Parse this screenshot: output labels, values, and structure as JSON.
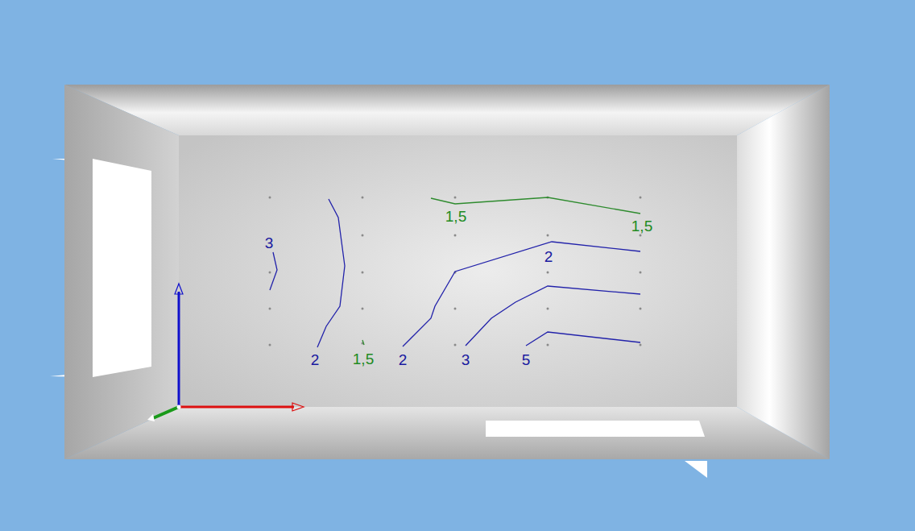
{
  "diagram": {
    "labels": [
      "1,5",
      "1,5",
      "3",
      "2",
      "2",
      "1,5",
      "2",
      "3",
      "5"
    ]
  }
}
